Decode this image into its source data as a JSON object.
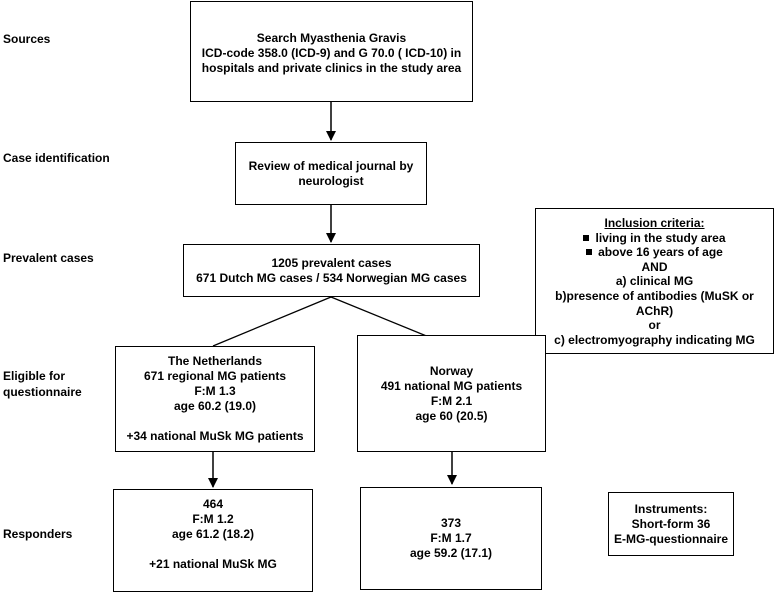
{
  "stages": {
    "sources": "Sources",
    "case_identification": "Case identification",
    "prevalent_cases": "Prevalent cases",
    "eligible_line1": "Eligible for",
    "eligible_line2": "questionnaire",
    "responders": "Responders"
  },
  "search_box": [
    "Search Myasthenia Gravis",
    "ICD-code 358.0 (ICD-9) and G 70.0 ( ICD-10) in",
    "hospitals and private clinics in the study area"
  ],
  "review_box": [
    "Review of medical journal by",
    "neurologist"
  ],
  "prevalent_box": [
    "1205 prevalent cases",
    "671 Dutch MG cases / 534 Norwegian MG cases"
  ],
  "netherlands_box": {
    "lines": [
      "The Netherlands",
      "671 regional MG patients",
      "F:M 1.3",
      "age 60.2 (19.0)"
    ],
    "extra": "+34 national  MuSk MG patients"
  },
  "norway_box": [
    "Norway",
    "491 national MG patients",
    "F:M 2.1",
    "age 60 (20.5)"
  ],
  "nl_responders_box": {
    "lines": [
      "464",
      "F:M 1.2",
      "age 61.2 (18.2)"
    ],
    "extra": "+21 national MuSk MG"
  },
  "no_responders_box": [
    "373",
    "F:M 1.7",
    "age 59.2 (17.1)"
  ],
  "inclusion_box": {
    "title": "Inclusion criteria:",
    "bullets": [
      "living in the study area",
      "above 16 years of age"
    ],
    "lines": [
      "AND",
      "a) clinical MG",
      "b)presence of antibodies (MuSK or",
      "AChR)",
      "or",
      "c) electromyography indicating MG"
    ]
  },
  "instruments_box": [
    "Instruments:",
    "Short-form 36",
    "E-MG-questionnaire"
  ]
}
